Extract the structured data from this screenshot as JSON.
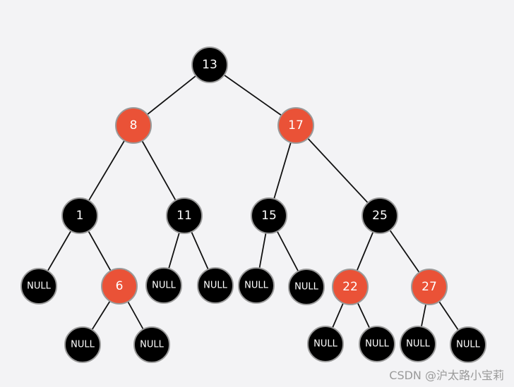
{
  "colors": {
    "black": "#000000",
    "red": "#ea5237",
    "ring": "#9a9a9a",
    "edge": "#111111",
    "text": "#ffffff"
  },
  "nodes": [
    {
      "id": "n13",
      "label": "13",
      "color": "black",
      "null": false
    },
    {
      "id": "n8",
      "label": "8",
      "color": "red",
      "null": false
    },
    {
      "id": "n17",
      "label": "17",
      "color": "red",
      "null": false
    },
    {
      "id": "n1",
      "label": "1",
      "color": "black",
      "null": false
    },
    {
      "id": "n11",
      "label": "11",
      "color": "black",
      "null": false
    },
    {
      "id": "n15",
      "label": "15",
      "color": "black",
      "null": false
    },
    {
      "id": "n25",
      "label": "25",
      "color": "black",
      "null": false
    },
    {
      "id": "n1L",
      "label": "NULL",
      "color": "black",
      "null": true
    },
    {
      "id": "n6",
      "label": "6",
      "color": "red",
      "null": false
    },
    {
      "id": "n11L",
      "label": "NULL",
      "color": "black",
      "null": true
    },
    {
      "id": "n11R",
      "label": "NULL",
      "color": "black",
      "null": true
    },
    {
      "id": "n15L",
      "label": "NULL",
      "color": "black",
      "null": true
    },
    {
      "id": "n15R",
      "label": "NULL",
      "color": "black",
      "null": true
    },
    {
      "id": "n22",
      "label": "22",
      "color": "red",
      "null": false
    },
    {
      "id": "n27",
      "label": "27",
      "color": "red",
      "null": false
    },
    {
      "id": "n6L",
      "label": "NULL",
      "color": "black",
      "null": true
    },
    {
      "id": "n6R",
      "label": "NULL",
      "color": "black",
      "null": true
    },
    {
      "id": "n22L",
      "label": "NULL",
      "color": "black",
      "null": true
    },
    {
      "id": "n22R",
      "label": "NULL",
      "color": "black",
      "null": true
    },
    {
      "id": "n27L",
      "label": "NULL",
      "color": "black",
      "null": true
    },
    {
      "id": "n27R",
      "label": "NULL",
      "color": "black",
      "null": true
    }
  ],
  "edges": [
    [
      "n13",
      "n8"
    ],
    [
      "n13",
      "n17"
    ],
    [
      "n8",
      "n1"
    ],
    [
      "n8",
      "n11"
    ],
    [
      "n17",
      "n15"
    ],
    [
      "n17",
      "n25"
    ],
    [
      "n1",
      "n1L"
    ],
    [
      "n1",
      "n6"
    ],
    [
      "n11",
      "n11L"
    ],
    [
      "n11",
      "n11R"
    ],
    [
      "n15",
      "n15L"
    ],
    [
      "n15",
      "n15R"
    ],
    [
      "n25",
      "n22"
    ],
    [
      "n25",
      "n27"
    ],
    [
      "n6",
      "n6L"
    ],
    [
      "n6",
      "n6R"
    ],
    [
      "n22",
      "n22L"
    ],
    [
      "n22",
      "n22R"
    ],
    [
      "n27",
      "n27L"
    ],
    [
      "n27",
      "n27R"
    ]
  ],
  "watermark": "CSDN @沪太路小宝莉"
}
